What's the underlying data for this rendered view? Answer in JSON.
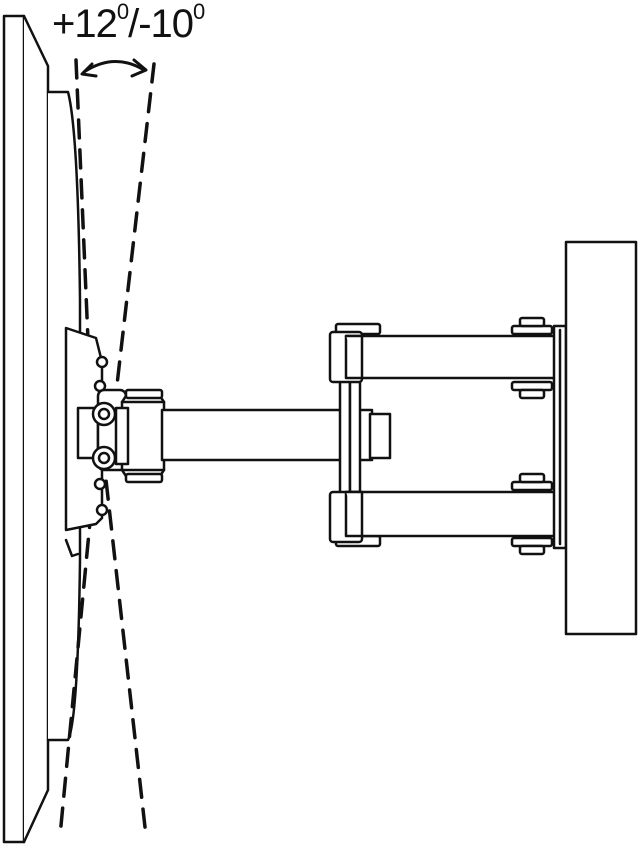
{
  "tilt": {
    "up_value": "+12",
    "separator": "/",
    "down_value": "-10",
    "degree_symbol": "0"
  },
  "colors": {
    "line": "#111111",
    "fill": "#ffffff",
    "background": "#ffffff"
  }
}
